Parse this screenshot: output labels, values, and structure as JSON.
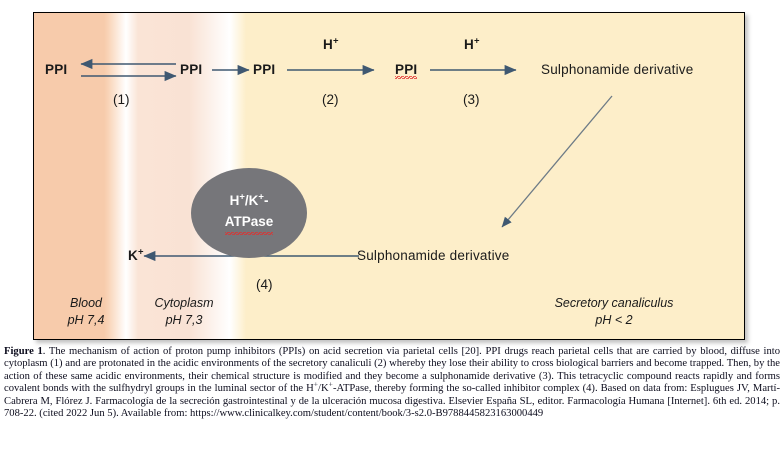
{
  "figure": {
    "compartments": [
      {
        "name": "blood",
        "label": "Blood",
        "ph": "pH 7,4",
        "color": "#f7cbab"
      },
      {
        "name": "cytoplasm",
        "label": "Cytoplasm",
        "ph": "pH 7,3",
        "color": "#f9e2d4"
      },
      {
        "name": "secretory-canaliculus",
        "label": "Secretory canaliculus",
        "ph": "pH < 2",
        "color": "#fdeec9"
      }
    ],
    "molecules": {
      "ppi_blood": "PPI",
      "ppi_membrane": "PPI",
      "ppi_cytoplasm": "PPI",
      "ppi_canaliculus": "PPI",
      "proton_1": "H",
      "proton_1_charge": "+",
      "proton_2": "H",
      "proton_2_charge": "+",
      "potassium": "K",
      "potassium_charge": "+",
      "sulphonamide_top": "Sulphonamide derivative",
      "sulphonamide_bottom": "Sulphonamide derivative"
    },
    "pump": {
      "line1_base": "H",
      "line1_sup1": "+",
      "line1_mid": "/K",
      "line1_sup2": "+",
      "line1_tail": "-",
      "line2": "ATPase"
    },
    "steps": {
      "s1": "(1)",
      "s2": "(2)",
      "s3": "(3)",
      "s4": "(4)"
    },
    "colors": {
      "arrow": "#3f5871",
      "pump_fill": "#76767a",
      "frame_border": "#000000",
      "spellcheck_underline": "#e03030"
    }
  },
  "caption": {
    "label": "Figure 1",
    "body_part1": ". The mechanism of action of proton pump inhibitors (PPIs) on acid secretion via parietal cells [20]. PPI drugs reach parietal cells that are carried by blood, diffuse into cytoplasm (1) and are protonated in the acidic environments of the secretory canaliculi (2) whereby they lose their ability to cross biological barriers and become trapped. Then, by the action of these same acidic environments, their chemical structure is modified and they become a sulphonamide derivative (3). This tetracyclic compound reacts rapidly and forms covalent bonds with the sulfhydryl groups in the luminal sector of the H",
    "sup1": "+",
    "body_part2": "/K",
    "sup2": "+",
    "body_part3": "-ATPase, thereby forming the so-called inhibitor complex (4). Based on data from: Esplugues JV, Martí-Cabrera M, Flórez J. Farmacología de la secreción gastrointestinal y de la ulceración mucosa digestiva. Elsevier España SL, editor. Farmacología Humana [Internet]. 6th ed. 2014; p. 708-22. (cited 2022 Jun 5). Available from: https://www.clinicalkey.com/student/content/book/3-s2.0-B9788445823163000449"
  }
}
